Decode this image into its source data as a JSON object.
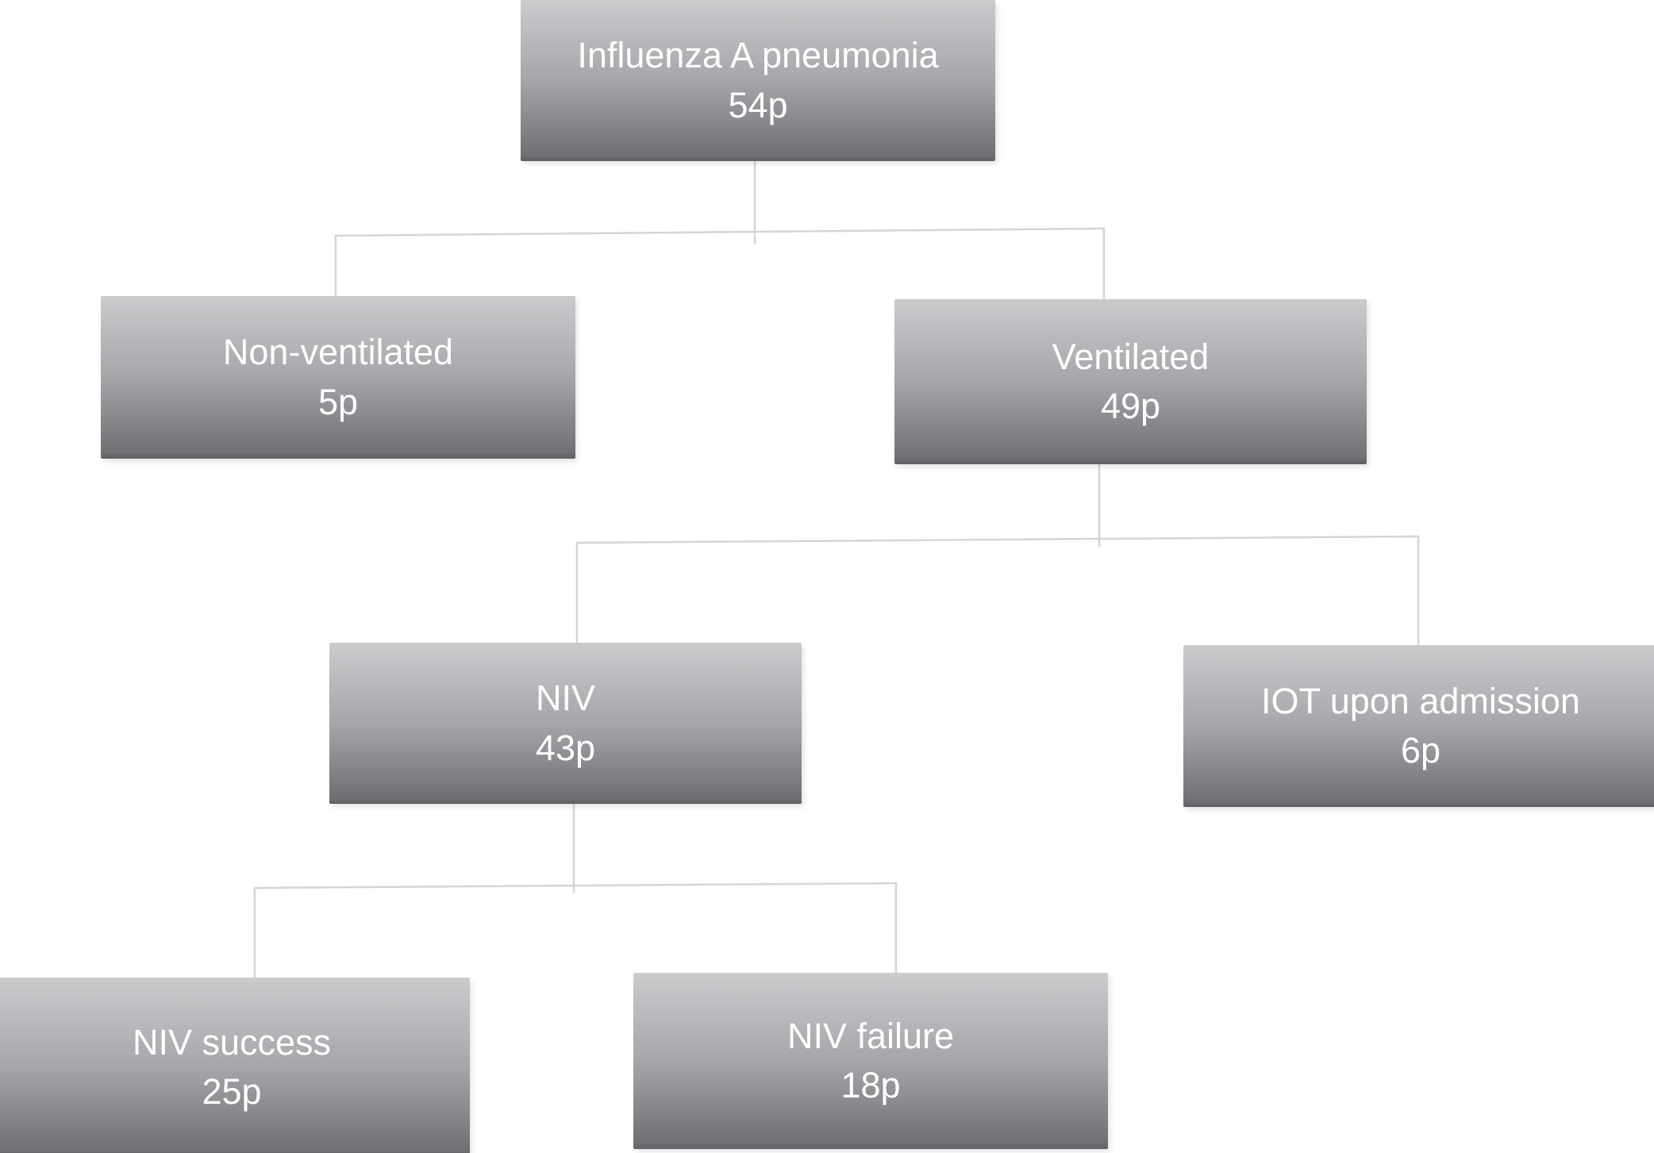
{
  "colors": {
    "background": "#ffffff",
    "text": "#ffffff",
    "connector": "#d4d5d7",
    "box_gradient_top": "#c9cbcd",
    "box_gradient_mid": "#a4a6a9",
    "box_gradient_bottom": "#6f7174",
    "box_edge": "#5e6063"
  },
  "nodes": [
    {
      "id": "root",
      "label": "Influenza A pneumonia",
      "count": "54p"
    },
    {
      "id": "non-ventilated",
      "label": "Non-ventilated",
      "count": "5p"
    },
    {
      "id": "ventilated",
      "label": "Ventilated",
      "count": "49p"
    },
    {
      "id": "niv",
      "label": "NIV",
      "count": "43p"
    },
    {
      "id": "iot",
      "label": "IOT upon admission",
      "count": "6p"
    },
    {
      "id": "niv-success",
      "label": "NIV success",
      "count": "25p"
    },
    {
      "id": "niv-failure",
      "label": "NIV failure",
      "count": "18p"
    }
  ],
  "edges": [
    {
      "from": "Influenza A pneumonia",
      "to": "Non-ventilated"
    },
    {
      "from": "Influenza A pneumonia",
      "to": "Ventilated"
    },
    {
      "from": "Ventilated",
      "to": "NIV"
    },
    {
      "from": "Ventilated",
      "to": "IOT upon admission"
    },
    {
      "from": "NIV",
      "to": "NIV success"
    },
    {
      "from": "NIV",
      "to": "NIV failure"
    }
  ]
}
